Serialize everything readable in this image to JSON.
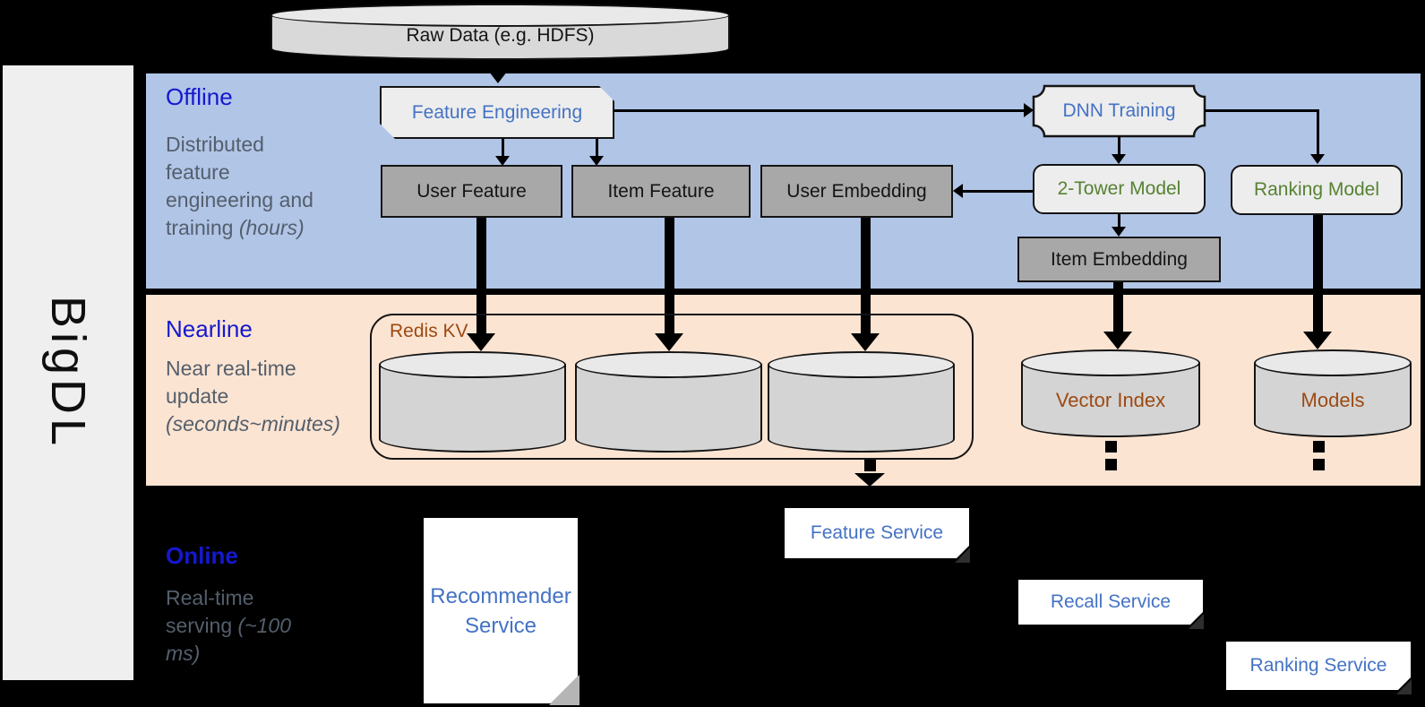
{
  "sidebar": {
    "label": "BigDL"
  },
  "bands": {
    "offline": {
      "label": "Offline",
      "desc": "Distributed feature engineering and training",
      "note": "(hours)"
    },
    "nearline": {
      "label": "Nearline",
      "desc": "Near real-time update",
      "note": "(seconds~minutes)"
    },
    "online": {
      "label": "Online",
      "desc": "Real-time serving",
      "note": "(~100 ms)"
    }
  },
  "nodes": {
    "raw_data": "Raw Data (e.g. HDFS)",
    "feature_engineering": "Feature Engineering",
    "dnn_training": "DNN Training",
    "user_feature": "User Feature",
    "item_feature": "Item Feature",
    "user_embedding": "User Embedding",
    "two_tower_model": "2-Tower Model",
    "ranking_model": "Ranking Model",
    "item_embedding": "Item Embedding",
    "redis_kv": "Redis KV",
    "vector_index": "Vector Index",
    "models": "Models",
    "feature_service": "Feature Service",
    "recall_service": "Recall Service",
    "ranking_service": "Ranking Service",
    "recommender_service": "Recommender Service"
  },
  "colors": {
    "offline_band": "#b1c5e7",
    "nearline_band": "#fce4d2",
    "band_label_blue": "#1518cf",
    "desc_gray": "#545f6c",
    "node_blue_text": "#4472c4",
    "node_green_text": "#568232",
    "storage_brown_text": "#9c4a12",
    "gray_box": "#a8a8a8",
    "light_shape": "#ededed",
    "cylinder_fill": "#d4d4d4",
    "sidebar_fill": "#efefef",
    "background": "#000000"
  }
}
